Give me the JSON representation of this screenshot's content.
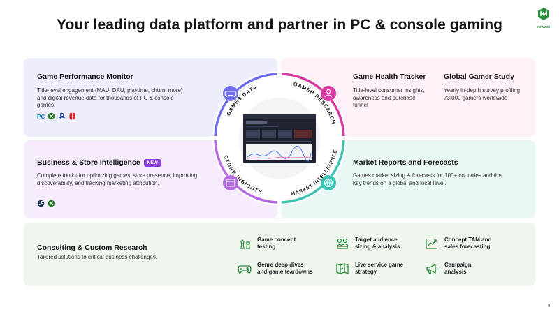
{
  "title": "Your leading data platform and partner in PC & console gaming",
  "logo": {
    "text": "newzoo",
    "color": "#2a8f3a"
  },
  "page_number": "9",
  "cards": {
    "game_performance_monitor": {
      "title": "Game Performance Monitor",
      "description": "Title-level engagement (MAU, DAU, playtime, churn, more) and digital revenue data for thousands of PC & console games.",
      "platforms": [
        "pc-icon",
        "xbox-icon",
        "playstation-icon",
        "switch-icon"
      ]
    },
    "game_health_tracker": {
      "title": "Game Health Tracker",
      "description": "Title-level consumer insights, awareness and purchase funnel"
    },
    "global_gamer_study": {
      "title": "Global Gamer Study",
      "description": "Yearly in-depth survey profiling 73.000 gamers worldwide"
    },
    "business_store_intelligence": {
      "title": "Business & Store Intelligence",
      "badge": "NEW",
      "description": "Complete toolkit for optimizing games' store presence, improving discoverability, and tracking marketing attribution.",
      "platforms": [
        "steam-icon",
        "xbox-icon"
      ]
    },
    "market_reports": {
      "title": "Market Reports and Forecasts",
      "description": "Games market sizing & forecasts for 100+ countries and the key trends on a global and local level."
    },
    "consulting": {
      "title": "Consulting & Custom Research",
      "description": "Tailored solutions to critical business challenges.",
      "features": [
        {
          "label": "Game concept\ntesting",
          "icon": "chess-icon"
        },
        {
          "label": "Target audience\nsizing & analysis",
          "icon": "audience-icon"
        },
        {
          "label": "Concept TAM and\nsales forecasting",
          "icon": "trend-chart-icon"
        },
        {
          "label": "Genre deep dives\nand game teardowns",
          "icon": "gamepad-icon"
        },
        {
          "label": "Live service game\nstrategy",
          "icon": "strategy-icon"
        },
        {
          "label": "Campaign\nanalysis",
          "icon": "megaphone-icon"
        }
      ]
    }
  },
  "wheel": {
    "segments": [
      {
        "label": "GAMES DATA",
        "color": "#6f6ee8",
        "icon": "gamepad-icon"
      },
      {
        "label": "GAMER RESEARCH",
        "color": "#d63aa0",
        "icon": "person-icon"
      },
      {
        "label": "STORE INSIGHTS",
        "color": "#b56ae0",
        "icon": "store-icon"
      },
      {
        "label": "MARKET INTELLIGENCE",
        "color": "#3fc4b4",
        "icon": "globe-icon"
      }
    ]
  }
}
